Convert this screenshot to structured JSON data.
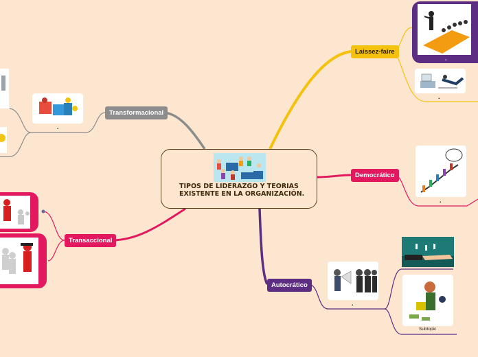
{
  "center": {
    "title": "TIPOS DE LIDERAZGO Y TEORIAS EXISTENTE EN LA ORGANIZACIÓN."
  },
  "topics": {
    "laissez_faire": "Laissez-faire",
    "democratico": "Democrático",
    "autocratico": "Autocrático",
    "transaccional": "Transaccional",
    "transformacional": "Transformacional"
  },
  "labels": {
    "dot": ".",
    "subtopic": "Subtopic"
  },
  "colors": {
    "background": "#fde6cf",
    "laissez_faire": "#f4c20d",
    "democratico": "#e2195f",
    "autocratico": "#5c2d82",
    "transaccional": "#e2195f",
    "transformacional": "#8c8c8c",
    "center_border": "#5b3a13"
  }
}
